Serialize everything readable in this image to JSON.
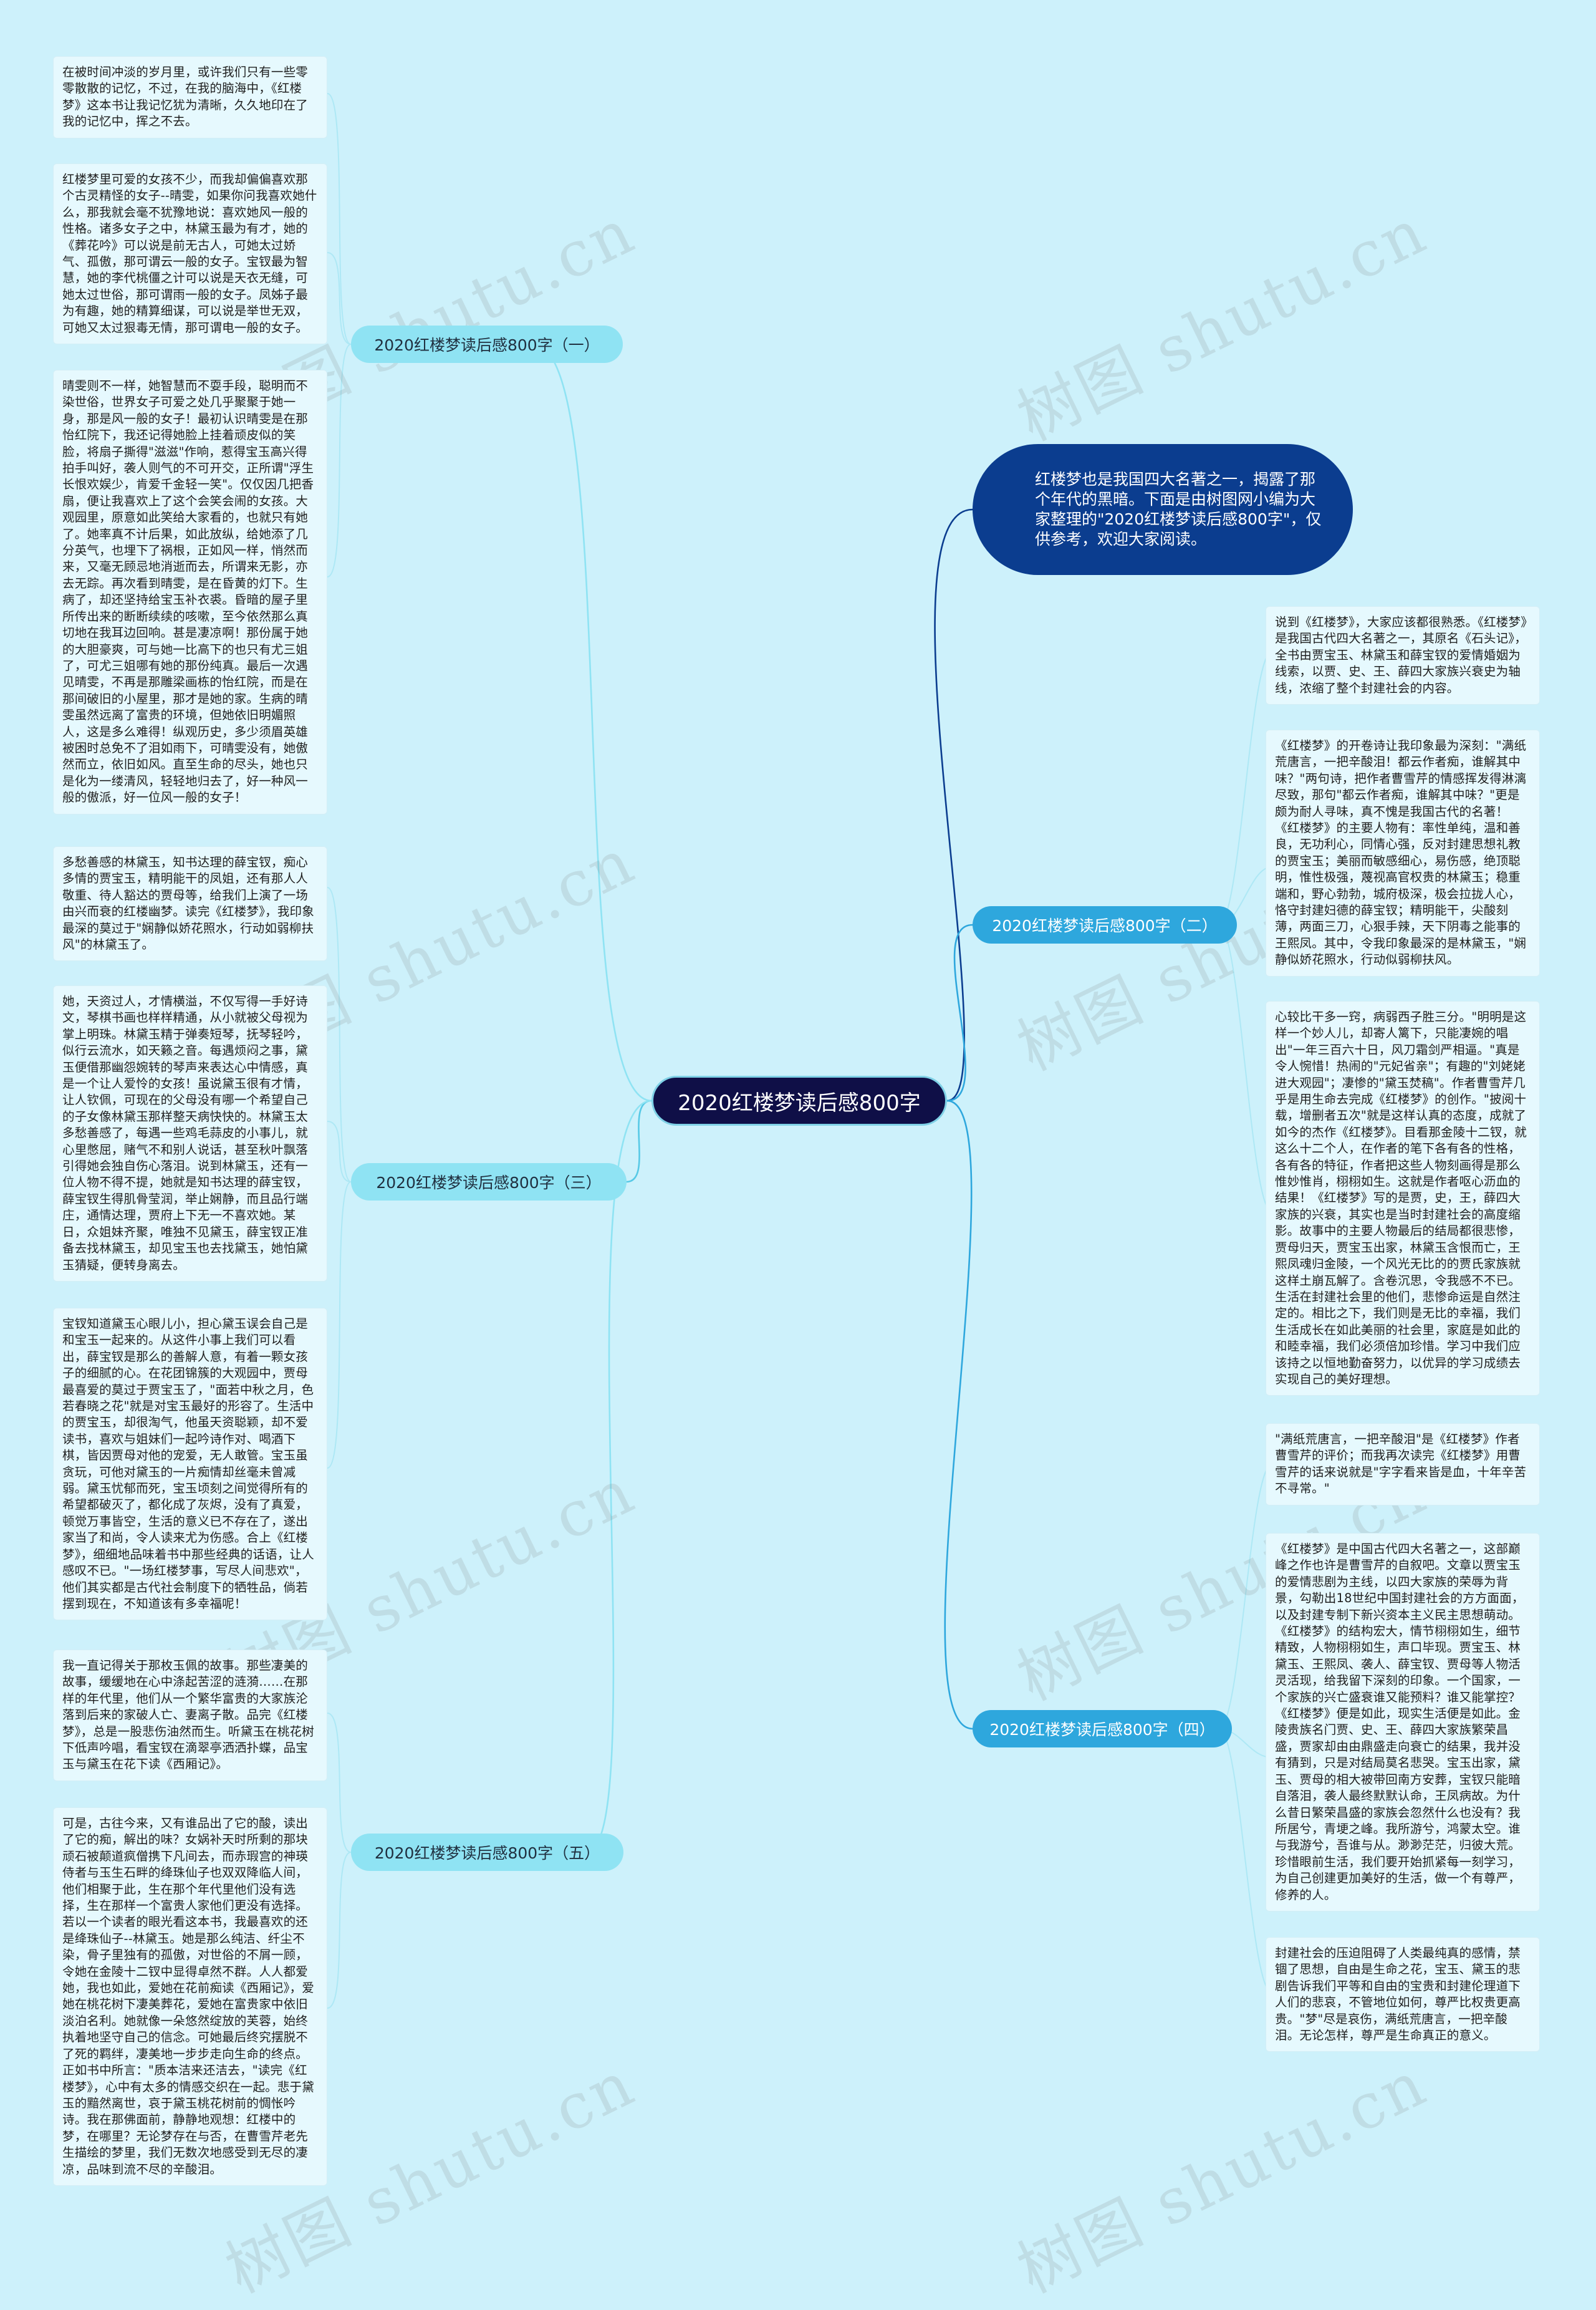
{
  "root": "2020红楼梦读后感800字",
  "intro": "红楼梦也是我国四大名著之一，揭露了那个年代的黑暗。下面是由树图网小编为大家整理的\"2020红楼梦读后感800字\"，仅供参考，欢迎大家阅读。",
  "watermark": "树图 shutu.cn",
  "branches": {
    "b1": "2020红楼梦读后感800字（一）",
    "b2": "2020红楼梦读后感800字（二）",
    "b3": "2020红楼梦读后感800字（三）",
    "b4": "2020红楼梦读后感800字（四）",
    "b5": "2020红楼梦读后感800字（五）"
  },
  "texts": {
    "l1": "在被时间冲淡的岁月里，或许我们只有一些零零散散的记忆，不过，在我的脑海中，《红楼梦》这本书让我记忆犹为清晰，久久地印在了我的记忆中，挥之不去。",
    "l2": "红楼梦里可爱的女孩不少，而我却偏偏喜欢那个古灵精怪的女子--晴雯，如果你问我喜欢她什么，那我就会毫不犹豫地说：喜欢她风一般的性格。诸多女子之中，林黛玉最为有才，她的《葬花吟》可以说是前无古人，可她太过娇气、孤傲，那可谓云一般的女子。宝钗最为智慧，她的李代桃僵之计可以说是天衣无缝，可她太过世俗，那可谓雨一般的女子。凤姊子最为有趣，她的精算细谋，可以说是举世无双，可她又太过狠毒无情，那可谓电一般的女子。",
    "l3": "晴雯则不一样，她智慧而不耍手段，聪明而不染世俗，世界女子可爱之处几乎聚聚于她一身，那是风一般的女子！最初认识晴雯是在那怡红院下，我还记得她脸上挂着顽皮似的笑脸，将扇子撕得\"滋滋\"作响，惹得宝玉高兴得拍手叫好，袭人则气的不可开交，正所谓\"浮生长恨欢娱少，肯爱千金轻一笑\"。仅仅因几把香扇，便让我喜欢上了这个会笑会闹的女孩。大观园里，原意如此笑给大家看的，也就只有她了。她率真不计后果，如此放纵，给她添了几分英气，也埋下了祸根，正如风一样，悄然而来，又毫无顾忌地消逝而去，所谓来无影，亦去无踪。再次看到晴雯，是在昏黄的灯下。生病了，却还坚持给宝玉补衣裘。昏暗的屋子里所传出来的断断续续的咳嗽，至今依然那么真切地在我耳边回响。甚是凄凉啊！那份属于她的大胆豪爽，可与她一比高下的也只有尤三姐了，可尤三姐哪有她的那份纯真。最后一次遇见晴雯，不再是那雕梁画栋的怡红院，而是在那间破旧的小屋里，那才是她的家。生病的晴雯虽然远离了富贵的环境，但她依旧明媚照人，这是多么难得！纵观历史，多少须眉英雄被困时总免不了泪如雨下，可晴雯没有，她傲然而立，依旧如风。直至生命的尽头，她也只是化为一缕清风，轻轻地归去了，好一种风一般的傲派，好一位风一般的女子！",
    "l4": "多愁善感的林黛玉，知书达理的薛宝钗，痴心多情的贾宝玉，精明能干的凤姐，还有那人人敬重、待人豁达的贾母等，给我们上演了一场由兴而衰的红楼幽梦。读完《红楼梦》，我印象最深的莫过于\"娴静似娇花照水，行动如弱柳扶风\"的林黛玉了。",
    "l5": "她，天资过人，才情横溢，不仅写得一手好诗文，琴棋书画也样样精通，从小就被父母视为掌上明珠。林黛玉精于弹奏短琴，抚琴轻吟，似行云流水，如天籁之音。每遇烦闷之事，黛玉便借那幽怨婉转的琴声来表达心中情感，真是一个让人爱怜的女孩！虽说黛玉很有才情，让人钦佩，可现在的父母没有哪一个希望自己的子女像林黛玉那样整天病快快的。林黛玉太多愁善感了，每遇一些鸡毛蒜皮的小事儿，就心里憋屈，赌气不和别人说话，甚至秋叶飘落引得她会独自伤心落泪。说到林黛玉，还有一位人物不得不提，她就是知书达理的薛宝钗，薛宝钗生得肌骨莹润，举止娴静，而且品行端庄，通情达理，贾府上下无一不喜欢她。某日，众姐妹齐聚，唯独不见黛玉，薛宝钗正准备去找林黛玉，却见宝玉也去找黛玉，她怕黛玉猜疑，便转身离去。",
    "l6": "宝钗知道黛玉心眼儿小，担心黛玉误会自己是和宝玉一起来的。从这件小事上我们可以看出，薛宝钗是那么的善解人意，有着一颗女孩子的细腻的心。在花团锦簇的大观园中，贾母最喜爱的莫过于贾宝玉了，\"面若中秋之月，色若春晓之花\"就是对宝玉最好的形容了。生活中的贾宝玉，却很淘气，他虽天资聪颖，却不爱读书，喜欢与姐妹们一起吟诗作对、喝酒下棋，皆因贾母对他的宠爱，无人敢管。宝玉虽贪玩，可他对黛玉的一片痴情却丝毫未曾减弱。黛玉忧郁而死，宝玉顷刻之间觉得所有的希望都破灭了，都化成了灰烬，没有了真爱，顿觉万事皆空，生活的意义已不存在了，遂出家当了和尚，令人读来尤为伤感。合上《红楼梦》，细细地品味着书中那些经典的话语，让人感叹不已。\"一场红楼梦事，写尽人间悲欢\"，他们其实都是古代社会制度下的牺牲品，倘若摆到现在，不知道该有多幸福呢！",
    "l7": "我一直记得关于那枚玉佩的故事。那些凄美的故事，缓缓地在心中涤起苦涩的涟漪……在那样的年代里，他们从一个繁华富贵的大家族沦落到后来的家破人亡、妻离子散。品完《红楼梦》，总是一股悲伤油然而生。听黛玉在桃花树下低声吟唱，看宝钗在滴翠亭洒洒扑蝶，品宝玉与黛玉在花下读《西厢记》。",
    "l8": "可是，古往今来，又有谁品出了它的酸，读出了它的痴，解出的味？女娲补天时所剩的那块顽石被颠道疯僧携下凡间去，而赤瑕宫的神瑛侍者与玉生石畔的绛珠仙子也双双降临人间，他们相聚于此，生在那个年代里他们没有选择，生在那样一个富贵人家他们更没有选择。若以一个读者的眼光看这本书，我最喜欢的还是绛珠仙子--林黛玉。她是那么纯洁、纤尘不染，骨子里独有的孤傲，对世俗的不屑一顾，令她在金陵十二钗中显得卓然不群。人人都爱她，我也如此，爱她在花前痴读《西厢记》，爱她在桃花树下凄美葬花，爱她在富贵家中依旧淡泊名利。她就像一朵悠然绽放的芙蓉，始终执着地坚守自己的信念。可她最后终究摆脱不了死的羁绊，凄美地一步步走向生命的终点。正如书中所言：\"质本洁来还洁去，\"读完《红楼梦》，心中有太多的情感交织在一起。悲于黛玉的黯然离世，哀于黛玉桃花树前的惆怅吟诗。我在那佛面前，静静地观想：红楼中的梦，在哪里？无论梦存在与否，在曹雪芹老先生描绘的梦里，我们无数次地感受到无尽的凄凉，品味到流不尽的辛酸泪。",
    "r1": "说到《红楼梦》，大家应该都很熟悉。《红楼梦》是我国古代四大名著之一，其原名《石头记》，全书由贾宝玉、林黛玉和薛宝钗的爱情婚姻为线索，以贾、史、王、薛四大家族兴衰史为轴线，浓缩了整个封建社会的内容。",
    "r2": "《红楼梦》的开卷诗让我印象最为深刻：\"满纸荒唐言，一把辛酸泪！都云作者痴，谁解其中味？\"两句诗，把作者曹雪芹的情感挥发得淋漓尽致，那句\"都云作者痴，谁解其中味？\"更是颇为耐人寻味，真不愧是我国古代的名著！《红楼梦》的主要人物有：率性单纯，温和善良，无功利心，同情心强，反对封建思想礼教的贾宝玉；美丽而敏感细心，易伤感，绝顶聪明，惟性极强，蔑视高官权贵的林黛玉；稳重端和，野心勃勃，城府极深，极会拉拢人心，恪守封建妇德的薛宝钗；精明能干，尖酸刻薄，两面三刀，心狠手辣，天下阴毒之能事的王熙凤。其中，令我印象最深的是林黛玉，\"娴静似娇花照水，行动似弱柳扶风。",
    "r3": "心较比干多一窍，病弱西子胜三分。\"明明是这样一个妙人儿，却寄人篱下，只能凄婉的唱出\"一年三百六十日，风刀霜剑严相逼。\"真是令人惋惜！热闹的\"元妃省亲\"；有趣的\"刘姥姥进大观园\"；凄惨的\"黛玉焚稿\"。作者曹雪芹几乎是用生命去完成《红楼梦》的创作。\"披阅十载，增删者五次\"就是这样认真的态度，成就了如今的杰作《红楼梦》。目看那金陵十二钗，就这么十二个人，在作者的笔下各有各的性格，各有各的特征，作者把这些人物刻画得是那么惟妙惟肖，栩栩如生。这就是作者呕心沥血的结果！《红楼梦》写的是贾，史，王，薛四大家族的兴衰，其实也是当时封建社会的高度缩影。故事中的主要人物最后的结局都很悲惨，贾母归天，贾宝玉出家，林黛玉含恨而亡，王熙凤魂归金陵，一个风光无比的的贾氏家族就这样土崩瓦解了。含卷沉思，令我感不不已。生活在封建社会里的他们，悲惨命运是自然注定的。相比之下，我们则是无比的幸福，我们生活成长在如此美丽的社会里，家庭是如此的和睦幸福，我们必须倍加珍惜。学习中我们应该持之以恒地勤奋努力，以优异的学习成绩去实现自己的美好理想。",
    "r4": "\"满纸荒唐言，一把辛酸泪\"是《红楼梦》作者曹雪芹的评价；而我再次读完《红楼梦》用曹雪芹的话来说就是\"字字看来皆是血，十年辛苦不寻常。\"",
    "r5": "《红楼梦》是中国古代四大名著之一，这部巅峰之作也许是曹雪芹的自叙吧。文章以贾宝玉的爱情悲剧为主线，以四大家族的荣辱为背景，勾勒出18世纪中国封建社会的方方面面，以及封建专制下新兴资本主义民主思想萌动。《红楼梦》的结构宏大，情节栩栩如生，细节精致，人物栩栩如生，声口毕现。贾宝玉、林黛玉、王熙凤、袭人、薛宝钗、贾母等人物活灵活现，给我留下深刻的印象。一个国家，一个家族的兴亡盛衰谁又能预料？谁又能掌控？《红楼梦》便是如此，现实生活便是如此。金陵贵族名门贾、史、王、薛四大家族繁荣昌盛，贾家却由由鼎盛走向衰亡的结果，我并没有猜到，只是对结局莫名悲哭。宝玉出家，黛玉、贾母的相大被带回南方安葬，宝钗只能暗自落泪，袭人最终默默认命，王凤病故。为什么昔日繁荣昌盛的家族会忽然什么也没有？我所居兮，青埂之峰。我所游兮，鸿蒙太空。谁与我游兮，吾谁与从。渺渺茫茫，归彼大荒。珍惜眼前生活，我们要开始抓紧每一刻学习，为自己创建更加美好的生活，做一个有尊严，修养的人。",
    "r6": "封建社会的压迫阻碍了人类最纯真的感情，禁锢了思想，自由是生命之花，宝玉、黛玉的悲剧告诉我们平等和自由的宝贵和封建伦理道下人们的悲哀，不管地位如何，尊严比权贵更高贵。\"梦\"尽是哀伤，满纸荒唐言，一把辛酸泪。无论怎样，尊严是生命真正的意义。"
  }
}
